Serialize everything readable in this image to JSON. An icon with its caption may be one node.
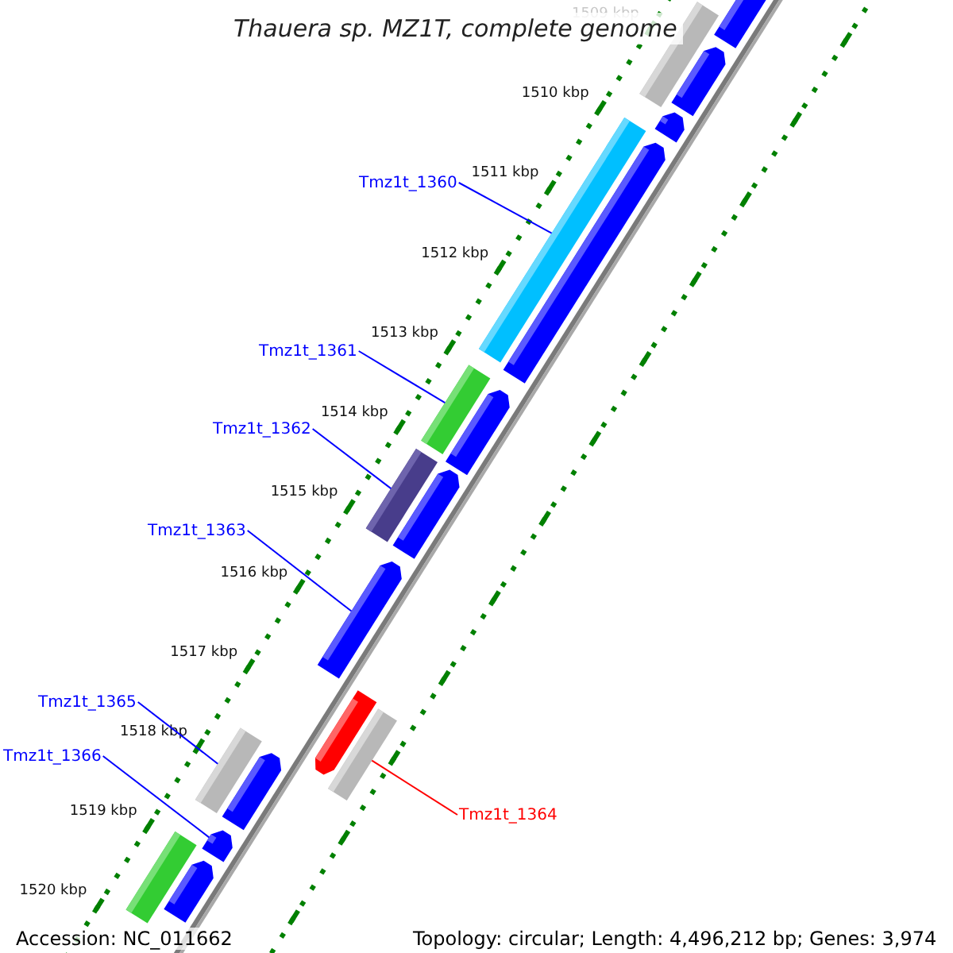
{
  "diagram": {
    "title": "Thauera sp. MZ1T, complete genome",
    "nodes": [
      {
        "text": [
          "Tmz1t_1360"
        ]
      },
      {
        "text": [],
        "shape": "bar"
      },
      {
        "text": [
          "Tmz1t_1361"
        ]
      },
      {
        "text": [],
        "shape": "bar"
      },
      {
        "text": [
          "Tmz1t_1362"
        ]
      },
      {
        "text": [],
        "shape": "bar"
      },
      {
        "text": [
          "Tmz1t_1363"
        ]
      },
      {
        "text": [],
        "shape": "arrow"
      },
      {
        "text": [
          "Tmz1t_1365"
        ]
      },
      {
        "text": [],
        "shape": "bar"
      },
      {
        "text": [
          "Tmz1t_1366"
        ]
      },
      {
        "text": [],
        "shape": "arrow"
      },
      {
        "text": [
          "Tmz1t_1364"
        ]
      },
      {
        "text": [],
        "shape": "bar"
      },
      {
        "text": [],
        "shape": "arrow"
      },
      {
        "text": [],
        "shape": "bar"
      },
      {
        "text": [],
        "shape": "arrow"
      },
      {
        "text": [],
        "shape": "arrow"
      },
      {
        "text": [],
        "shape": "arrow"
      },
      {
        "text": [],
        "shape": "arrow"
      },
      {
        "text": [],
        "shape": "arrow"
      },
      {
        "text": [],
        "shape": "arrow"
      },
      {
        "text": [],
        "shape": "arrow"
      },
      {
        "text": [],
        "shape": "bar"
      },
      {
        "text": [],
        "shape": "arrow"
      }
    ],
    "edges": [
      {
        "from": 0,
        "to": 1,
        "arrow": "none"
      },
      {
        "from": 2,
        "to": 3,
        "arrow": "none"
      },
      {
        "from": 4,
        "to": 5,
        "arrow": "none"
      },
      {
        "from": 6,
        "to": 7,
        "arrow": "none"
      },
      {
        "from": 8,
        "to": 9,
        "arrow": "none"
      },
      {
        "from": 10,
        "to": 11,
        "arrow": "none"
      },
      {
        "from": 12,
        "to": 13,
        "arrow": "none",
        "color": "#ff0000"
      }
    ],
    "labels": [
      "1509 kbp",
      "1510 kbp",
      "1511 kbp",
      "1512 kbp",
      "1513 kbp",
      "1514 kbp",
      "1515 kbp",
      "1516 kbp",
      "1517 kbp",
      "1518 kbp",
      "1519 kbp",
      "1520 kbp",
      "Accession: NC_011662",
      "Topology: circular; Length: 4,496,212 bp; Genes: 3,974"
    ]
  }
}
